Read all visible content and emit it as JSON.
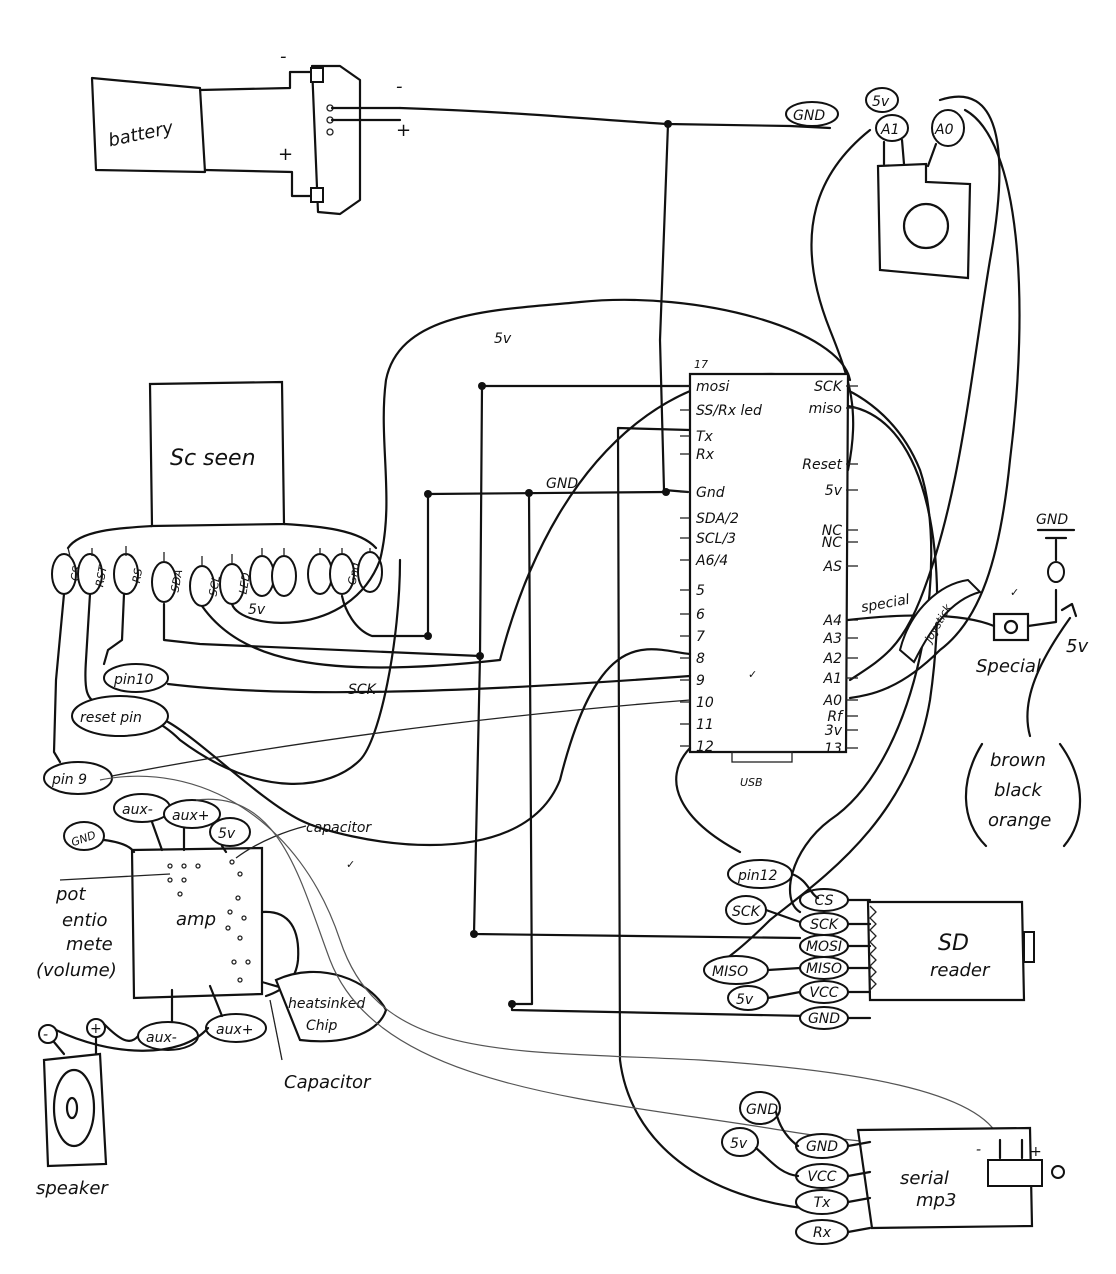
{
  "components": {
    "battery": "battery",
    "screen": "Sc seen",
    "amp": "amp",
    "sd": [
      "SD",
      "reader"
    ],
    "serial": [
      "serial",
      "mp3"
    ],
    "speaker": "speaker",
    "special": "Special",
    "usb": "USB",
    "heatsink": [
      "heatsinked",
      "Chip"
    ],
    "pot": [
      "pot",
      "entio",
      "mete",
      "(volume)"
    ],
    "capacitor_top": "capacitor",
    "capacitor_bottom": "Capacitor",
    "color_note": [
      "brown",
      "black",
      "orange"
    ]
  },
  "battery_plug": {
    "minus_a": "-",
    "plus_a": "+",
    "minus_b": "-",
    "plus_b": "+"
  },
  "wires": {
    "fivev": "5v",
    "gnd": "GND",
    "sck": "SCK",
    "special": "special",
    "joystick": "joystick"
  },
  "arduino": {
    "top_pin": "17",
    "left_pins": [
      "mosi",
      "SS/Rx led",
      "Tx",
      "Rx",
      "Gnd",
      "SDA/2",
      "SCL/3",
      "A6/4",
      "5",
      "6",
      "7",
      "8",
      "9",
      "10",
      "11",
      "12"
    ],
    "right_pins": [
      "SCK",
      "miso",
      "Reset",
      "5v",
      "NC",
      "NC",
      "AS",
      "A4",
      "A3",
      "A2",
      "A1",
      "A0",
      "Rf",
      "3v",
      "13"
    ]
  },
  "screen_pins": [
    "CS",
    "RST",
    "RS",
    "SDA",
    "SCL",
    "LED",
    "",
    "",
    "",
    "Gnd"
  ],
  "left_tags": {
    "pin10": "pin10",
    "reset": "reset pin",
    "pin9": "pin 9"
  },
  "amp_tags": {
    "aux_minus_top": "aux-",
    "aux_plus_top": "aux+",
    "fivev": "5v",
    "gnd": "GND",
    "aux_minus_bottom": "aux-",
    "aux_plus_bottom": "aux+"
  },
  "speaker_terminals": {
    "minus": "-",
    "plus": "+"
  },
  "joystick_tags": {
    "gnd": "GND",
    "fivev": "5v",
    "a1": "A1",
    "a0": "A0"
  },
  "sd_pins": [
    "CS",
    "SCK",
    "MOSI",
    "MISO",
    "VCC",
    "GND"
  ],
  "sd_tags": {
    "pin12": "pin12",
    "sck": "SCK",
    "miso": "MISO",
    "fivev": "5v"
  },
  "mp3_pins": [
    "GND",
    "VCC",
    "Tx",
    "Rx"
  ],
  "mp3_tags": {
    "gnd": "GND",
    "fivev": "5v"
  },
  "mp3_jack": {
    "minus": "-",
    "plus": "+"
  },
  "button_tags": {
    "gnd": "GND",
    "fivev": "5v"
  }
}
